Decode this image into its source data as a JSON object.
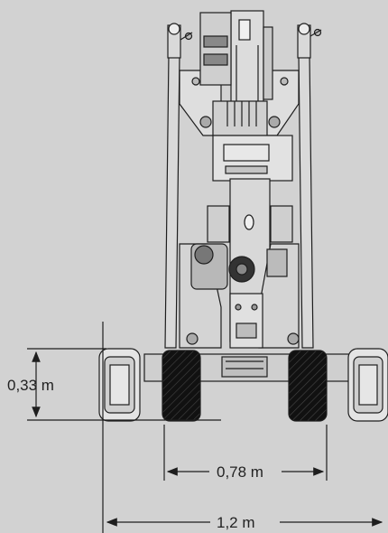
{
  "dimensions": {
    "wheel_height": "0,33 m",
    "track_width": "0,78 m",
    "overall_width": "1,2 m"
  },
  "colors": {
    "background": "#d2d2d2",
    "line": "#1e1e1e",
    "tire": "#151515",
    "body_fill": "#d6d6d6"
  }
}
